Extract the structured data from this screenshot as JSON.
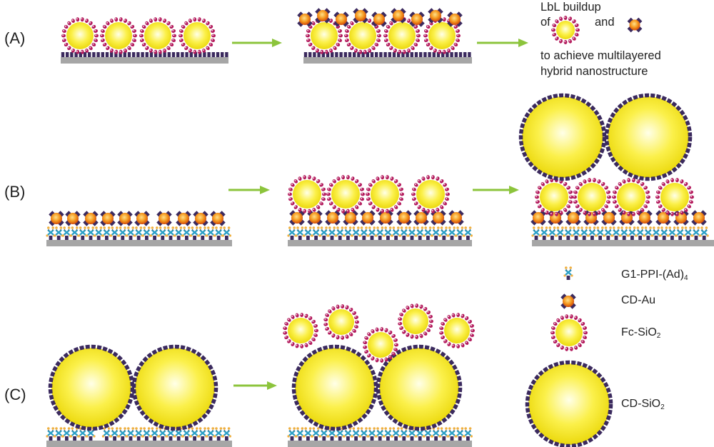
{
  "rows": {
    "a": "(A)",
    "b": "(B)",
    "c": "(C)"
  },
  "note": {
    "line1": "LbL buildup",
    "of": "of",
    "and": "and",
    "line3": "to achieve multilayered",
    "line4": "hybrid nanostructure"
  },
  "legend": {
    "g1": {
      "main": "G1-PPI-(Ad)",
      "sub": "4"
    },
    "cdau": {
      "main": "CD-Au"
    },
    "fcsio2": {
      "main": "Fc-SiO",
      "sub": "2"
    },
    "cdsio2": {
      "main": "CD-SiO",
      "sub": "2"
    }
  },
  "colors": {
    "substrate": "#a6a6a6",
    "cd_ring": "#3b2a5e",
    "fc_bead": "#b31a5c",
    "sio2_core": "#f2e600",
    "au_core": "#ee6a10",
    "arrow": "#8cc43c",
    "dendrimer": "#2aa0c8"
  }
}
